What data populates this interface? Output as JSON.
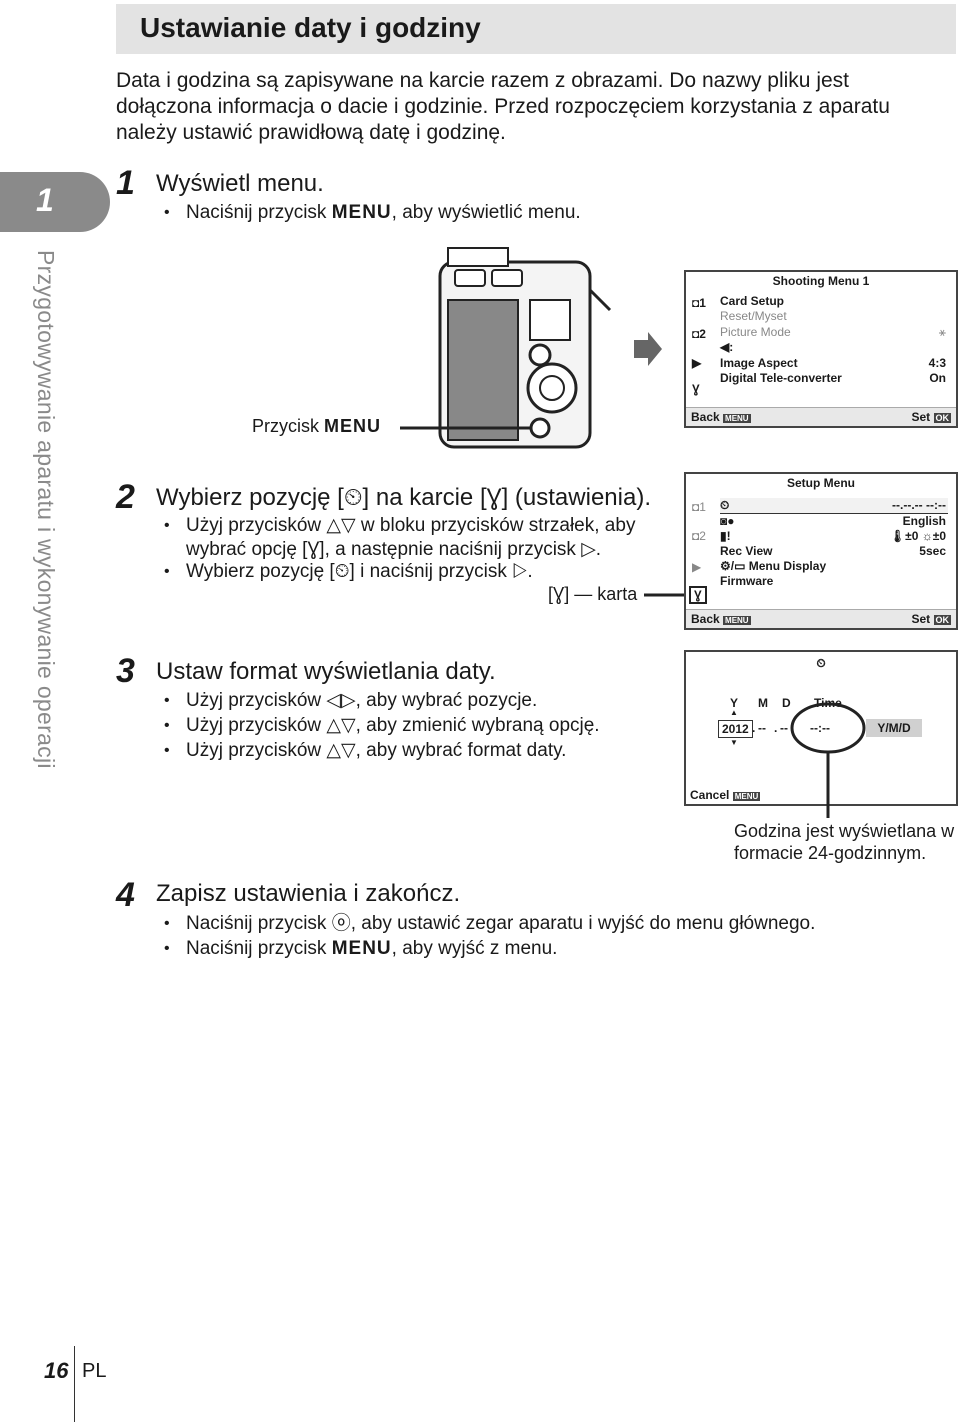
{
  "header": {
    "title": "Ustawianie daty i godziny"
  },
  "intro": "Data i godzina są zapisywane na karcie razem z obrazami. Do nazwy pliku jest dołączona informacja o dacie i godzinie. Przed rozpoczęciem korzystania z aparatu należy ustawić prawidłową datę i godzinę.",
  "chapter": {
    "number": "1",
    "side_title": "Przygotowywanie aparatu i wykonywanie operacji"
  },
  "step1": {
    "num": "1",
    "title": "Wyświetl menu.",
    "bullet_pre": "Naciśnij przycisk ",
    "bullet_menu": "MENU",
    "bullet_post": ", aby wyświetlić menu.",
    "label_pre": "Przycisk ",
    "label_menu": "MENU"
  },
  "step2": {
    "num": "2",
    "title": "Wybierz pozycję [⏲] na karcie [Ɣ] (ustawienia).",
    "b1": "Użyj przycisków △▽ w bloku przycisków strzałek, aby wybrać opcję [Ɣ], a następnie naciśnij przycisk ▷.",
    "b2": "Wybierz pozycję [⏲] i naciśnij przycisk ▷.",
    "tab_label": "[Ɣ] — karta"
  },
  "step3": {
    "num": "3",
    "title": "Ustaw format wyświetlania daty.",
    "b1": "Użyj przycisków ◁▷, aby wybrać pozycje.",
    "b2": "Użyj przycisków △▽, aby zmienić wybraną opcję.",
    "b3": "Użyj przycisków △▽, aby wybrać format daty.",
    "note": "Godzina jest wyświetlana w formacie 24-godzinnym."
  },
  "step4": {
    "num": "4",
    "title": "Zapisz ustawienia i zakończ.",
    "b1": "Naciśnij przycisk ⓞ, aby ustawić zegar aparatu i wyjść do menu głównego.",
    "b2_pre": "Naciśnij przycisk ",
    "b2_menu": "MENU",
    "b2_post": ", aby wyjść z menu."
  },
  "screen1": {
    "header": "Shooting Menu 1",
    "tabs": [
      "◘1",
      "◘2",
      "▶",
      "Ɣ"
    ],
    "items": [
      {
        "label": "Card Setup",
        "value": "",
        "dim": false
      },
      {
        "label": "Reset/Myset",
        "value": "",
        "dim": true
      },
      {
        "label": "Picture Mode",
        "value": "⚹",
        "dim": true
      },
      {
        "label": "◀:",
        "value": "",
        "dim": false
      },
      {
        "label": "Image Aspect",
        "value": "4:3",
        "dim": false
      },
      {
        "label": "Digital Tele-converter",
        "value": "On",
        "dim": false
      }
    ],
    "back": "Back",
    "set": "Set",
    "menu_tag": "MENU",
    "ok_tag": "OK"
  },
  "screen2": {
    "header": "Setup Menu",
    "tabs": [
      "◘1",
      "◘2",
      "▶",
      "Ɣ"
    ],
    "items": [
      {
        "label": "⏲",
        "value": "--.--.-- --:--"
      },
      {
        "label": "◙●",
        "value": "English"
      },
      {
        "label": "▮!",
        "value": "🌡±0 ☼±0"
      },
      {
        "label": "Rec View",
        "value": "5sec"
      },
      {
        "label": "⚙/▭ Menu Display",
        "value": ""
      },
      {
        "label": "Firmware",
        "value": ""
      }
    ],
    "back": "Back",
    "set": "Set",
    "menu_tag": "MENU",
    "ok_tag": "OK"
  },
  "screen3": {
    "clock_icon": "⏲",
    "labels": [
      "Y",
      "M",
      "D",
      "Time"
    ],
    "year": "2012",
    "month": "--",
    "day": "--",
    "time": "--:--",
    "format": "Y/M/D",
    "cancel": "Cancel",
    "menu_tag": "MENU"
  },
  "footer": {
    "page": "16",
    "lang": "PL"
  }
}
